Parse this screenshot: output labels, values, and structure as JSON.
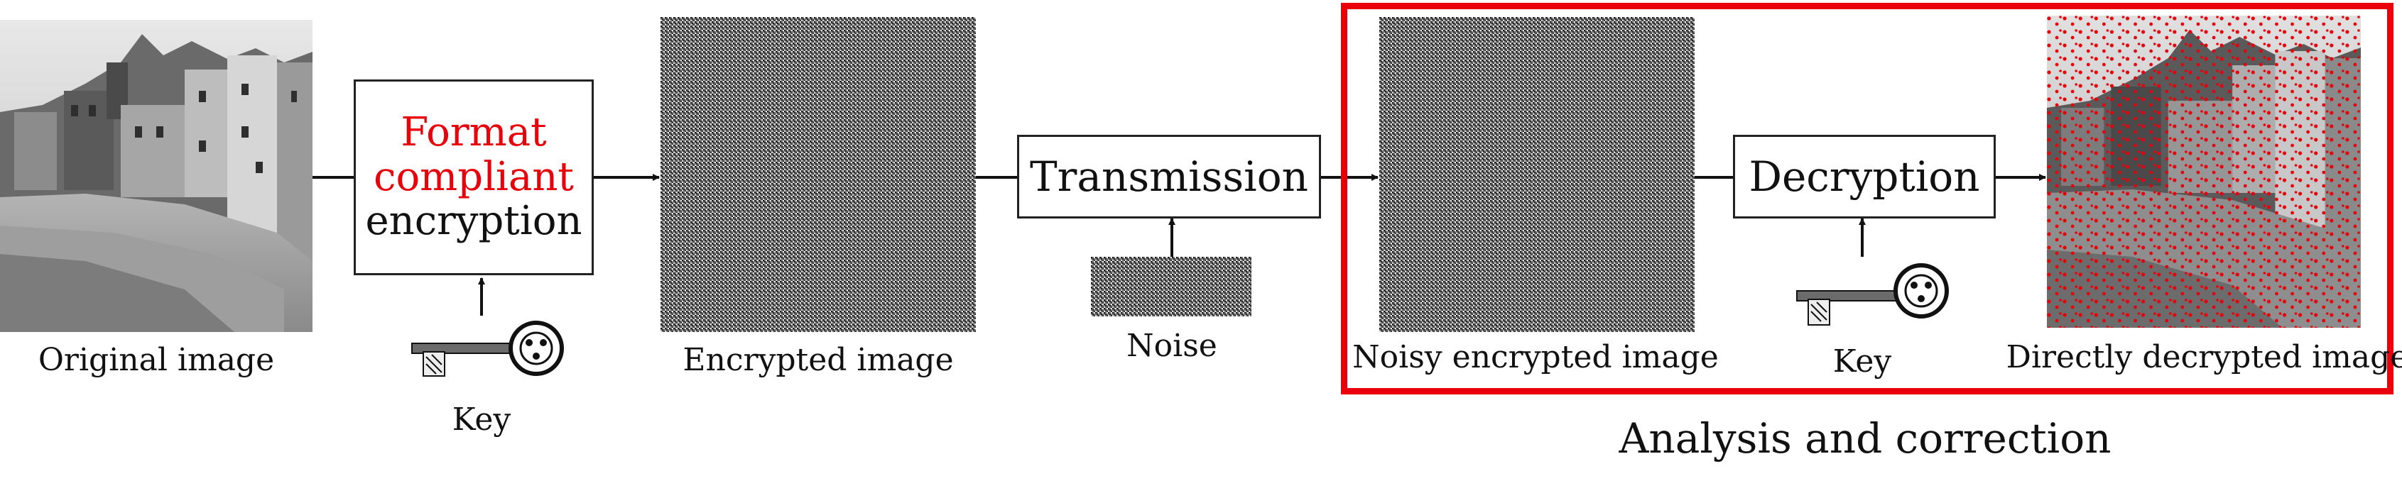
{
  "colors": {
    "accent": "#e8000a",
    "line": "#111111",
    "highlight_frame": "#e8000a"
  },
  "images": [
    {
      "id": "original",
      "caption": "Original image",
      "content": "grayscale-photo"
    },
    {
      "id": "encrypted",
      "caption": "Encrypted image",
      "content": "noise"
    },
    {
      "id": "noise",
      "caption": "Noise",
      "content": "noise"
    },
    {
      "id": "noisy",
      "caption": "Noisy encrypted image",
      "content": "noise"
    },
    {
      "id": "decrypted",
      "caption": "Directly decrypted image",
      "content": "grayscale-photo-with-red-dots"
    }
  ],
  "boxes": {
    "encrypt": {
      "line1": "Format",
      "line2": "compliant",
      "line3": "encryption"
    },
    "transmission": {
      "label": "Transmission"
    },
    "decryption": {
      "label": "Decryption"
    }
  },
  "keys": [
    {
      "caption": "Key",
      "icon": "key-icon"
    },
    {
      "caption": "Key",
      "icon": "key-icon"
    }
  ],
  "region": {
    "label": "Analysis and correction"
  }
}
